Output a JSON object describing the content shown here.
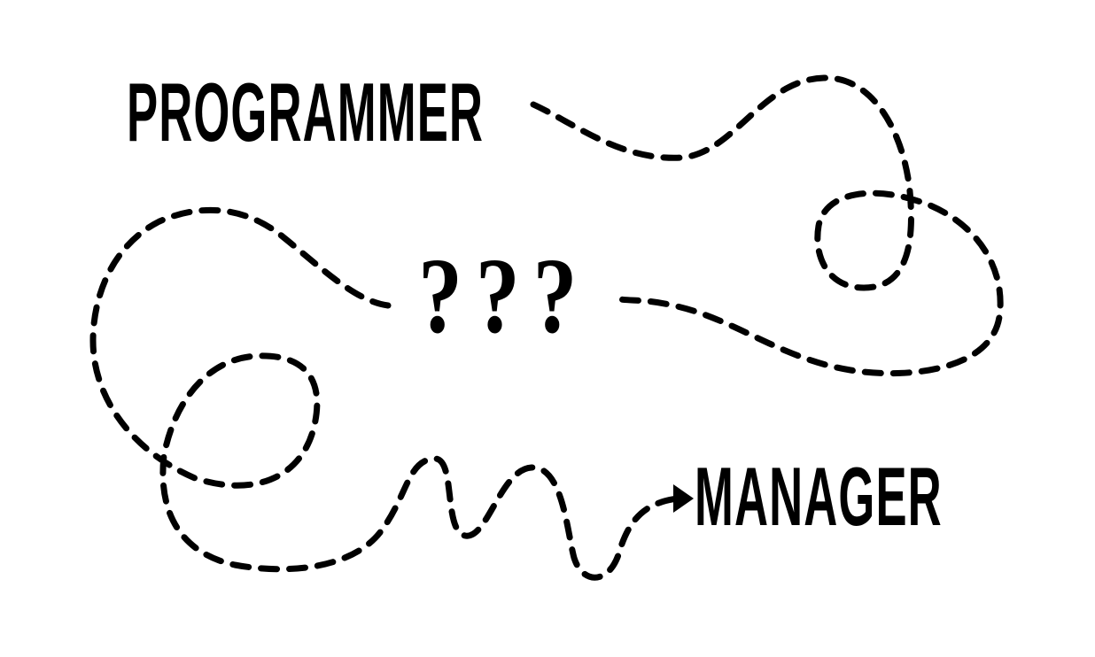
{
  "diagram": {
    "start_label": "PROGRAMMER",
    "middle_label": "???",
    "end_label": "MANAGER",
    "line_color": "#000000",
    "line_style": "dashed",
    "arrow_icon": "arrowhead-icon",
    "background_color": "#ffffff"
  }
}
